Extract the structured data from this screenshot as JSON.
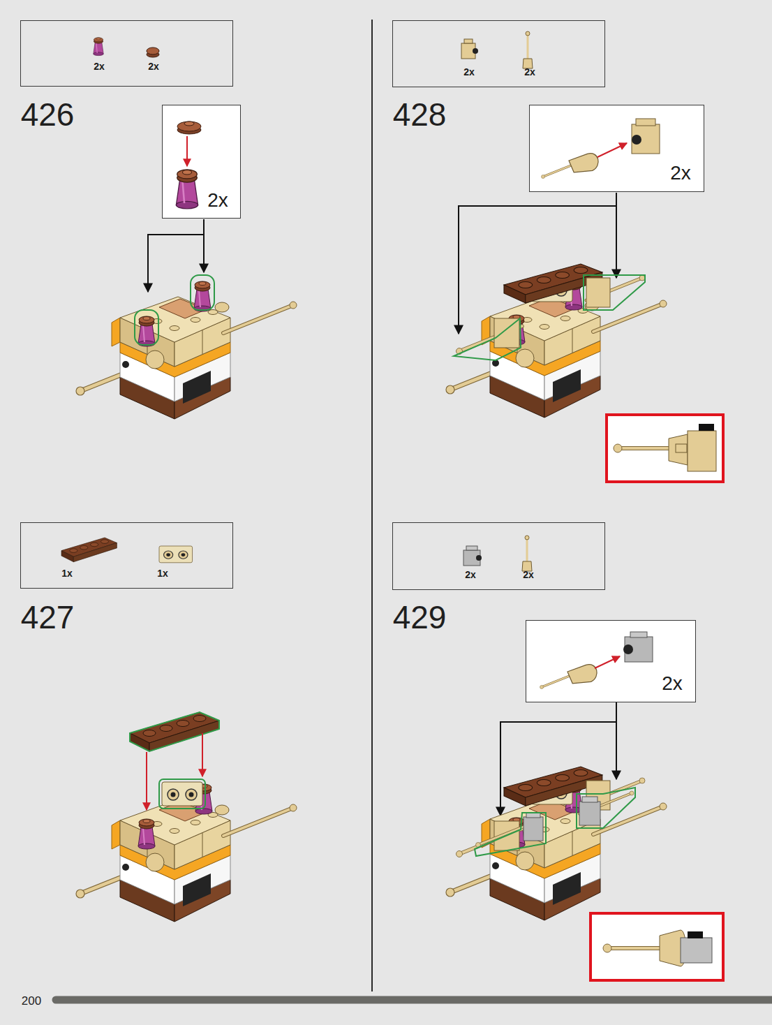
{
  "diagram": {
    "nodes": [
      {
        "text": [
          "2x",
          "2x"
        ]
      },
      {
        "text": [
          "2x"
        ]
      },
      {
        "text": [
          "1x",
          "1x"
        ]
      },
      {
        "text": [
          "2x",
          "2x"
        ]
      },
      {
        "text": [
          "2x"
        ]
      },
      {
        "text": [
          "2x",
          "2x"
        ]
      },
      {
        "text": [
          "2x"
        ]
      }
    ],
    "labels": [
      "426",
      "427",
      "428",
      "429",
      "200"
    ]
  }
}
